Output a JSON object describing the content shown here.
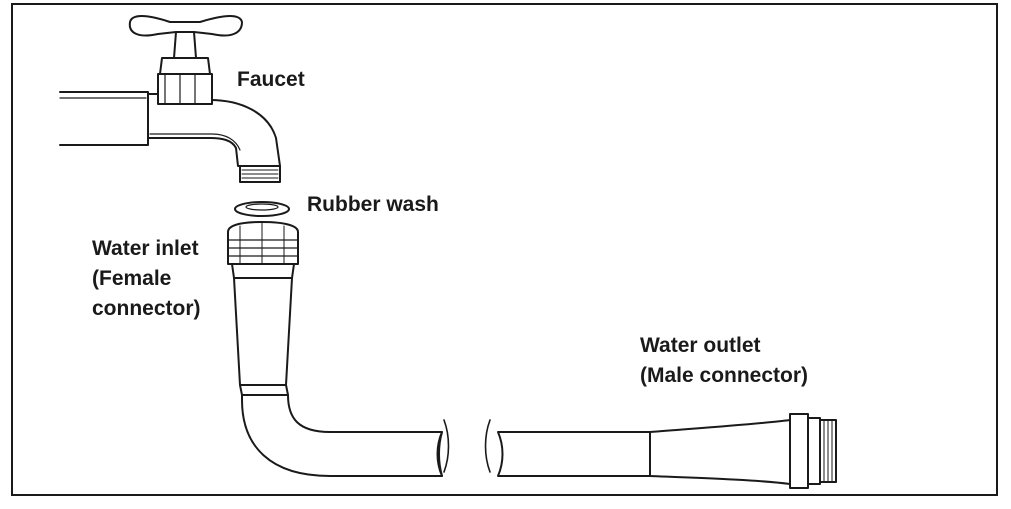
{
  "labels": {
    "faucet": "Faucet",
    "rubber_washer": "Rubber wash",
    "water_inlet": [
      "Water inlet",
      "(Female",
      "connector)"
    ],
    "water_outlet": [
      "Water outlet",
      "(Male connector)"
    ]
  },
  "colors": {
    "stroke": "#1a1a1a",
    "fill": "#ffffff"
  }
}
